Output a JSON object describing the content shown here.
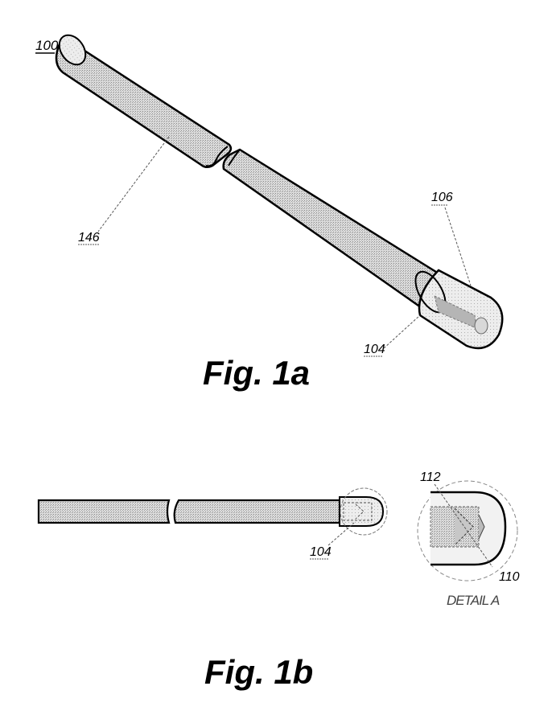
{
  "figure_1a": {
    "caption": "Fig. 1a",
    "labels": {
      "device": "100",
      "shaft": "146",
      "tip": "104",
      "end_face": "106"
    }
  },
  "figure_1b": {
    "caption": "Fig. 1b",
    "labels": {
      "tip": "104",
      "detail_top": "112",
      "detail_bottom": "110",
      "detail_caption": "DETAIL A"
    }
  },
  "colors": {
    "line": "#000000",
    "shaft_fill": "#c8c8c8",
    "highlight": "#e6e6e6",
    "leader": "#555555"
  }
}
